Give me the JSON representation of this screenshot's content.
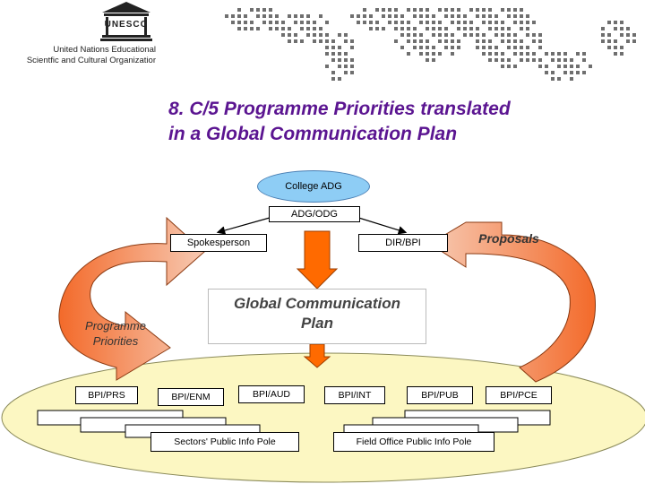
{
  "logo": {
    "wordmark": "UNESCO",
    "org_line1": "United Nations Educational",
    "org_line2": "Scientfic and Cultural Organizatior"
  },
  "title": {
    "line1": "8. C/5 Programme Priorities translated",
    "line2": "in a Global Communication Plan"
  },
  "nodes": {
    "college": "College ADG",
    "adg_odg": "ADG/ODG",
    "spokesperson": "Spokesperson",
    "dir_bpi": "DIR/BPI",
    "gcp_line1": "Global Communication",
    "gcp_line2": "Plan",
    "programme_line1": "Programme",
    "programme_line2": "Priorities",
    "proposals": "Proposals"
  },
  "bpi_units": [
    "BPI/PRS",
    "BPI/ENM",
    "BPI/AUD",
    "BPI/INT",
    "BPI/PUB",
    "BPI/PCE"
  ],
  "poles": {
    "sectors": "Sectors' Public Info Pole",
    "field_office": "Field Office Public Info Pole"
  },
  "colors": {
    "title": "#5b1591",
    "oval_college": "#8ecdf5",
    "arrow_fill": "#f47a3a",
    "base_ellipse": "#fcf7c2",
    "gcp_arrow": "#ff6a00"
  }
}
